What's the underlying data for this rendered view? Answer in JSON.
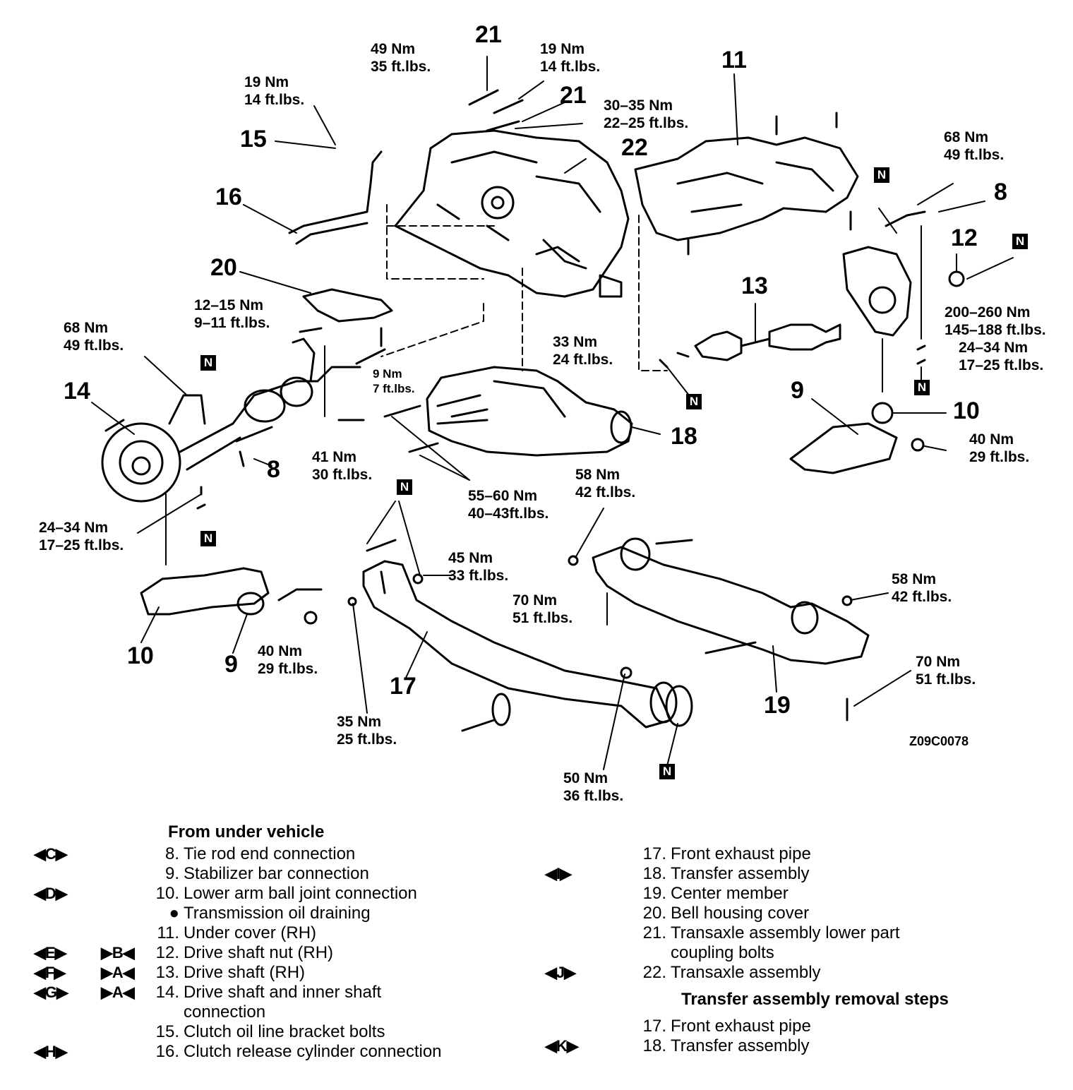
{
  "callouts": [
    {
      "id": "c21a",
      "text": "21"
    },
    {
      "id": "c21b",
      "text": "21"
    },
    {
      "id": "c22",
      "text": "22"
    },
    {
      "id": "c11",
      "text": "11"
    },
    {
      "id": "c15",
      "text": "15"
    },
    {
      "id": "c16",
      "text": "16"
    },
    {
      "id": "c20",
      "text": "20"
    },
    {
      "id": "c14",
      "text": "14"
    },
    {
      "id": "c8a",
      "text": "8"
    },
    {
      "id": "c8b",
      "text": "8"
    },
    {
      "id": "c12",
      "text": "12"
    },
    {
      "id": "c13",
      "text": "13"
    },
    {
      "id": "c9a",
      "text": "9"
    },
    {
      "id": "c10a",
      "text": "10"
    },
    {
      "id": "c18",
      "text": "18"
    },
    {
      "id": "c10b",
      "text": "10"
    },
    {
      "id": "c9b",
      "text": "9"
    },
    {
      "id": "c17",
      "text": "17"
    },
    {
      "id": "c19",
      "text": "19"
    }
  ],
  "torques": [
    {
      "id": "t1",
      "l1": "49 Nm",
      "l2": "35 ft.lbs."
    },
    {
      "id": "t2",
      "l1": "19 Nm",
      "l2": "14 ft.lbs."
    },
    {
      "id": "t3",
      "l1": "19 Nm",
      "l2": "14 ft.lbs."
    },
    {
      "id": "t4",
      "l1": "30–35 Nm",
      "l2": "22–25 ft.lbs."
    },
    {
      "id": "t5",
      "l1": "68 Nm",
      "l2": "49 ft.lbs."
    },
    {
      "id": "t6",
      "l1": "12–15 Nm",
      "l2": "9–11 ft.lbs."
    },
    {
      "id": "t7",
      "l1": "68 Nm",
      "l2": "49 ft.lbs."
    },
    {
      "id": "t8",
      "l1": "33 Nm",
      "l2": "24 ft.lbs."
    },
    {
      "id": "t9",
      "l1": "200–260 Nm",
      "l2": "145–188 ft.lbs."
    },
    {
      "id": "t10",
      "l1": "24–34 Nm",
      "l2": "17–25 ft.lbs."
    },
    {
      "id": "t11",
      "l1": "9 Nm",
      "l2": "7 ft.lbs."
    },
    {
      "id": "t12",
      "l1": "41 Nm",
      "l2": "30 ft.lbs."
    },
    {
      "id": "t13",
      "l1": "40 Nm",
      "l2": "29 ft.lbs."
    },
    {
      "id": "t14",
      "l1": "55–60 Nm",
      "l2": "40–43ft.lbs."
    },
    {
      "id": "t15",
      "l1": "58 Nm",
      "l2": "42 ft.lbs."
    },
    {
      "id": "t16",
      "l1": "24–34 Nm",
      "l2": "17–25 ft.lbs."
    },
    {
      "id": "t17",
      "l1": "45 Nm",
      "l2": "33 ft.lbs."
    },
    {
      "id": "t18",
      "l1": "70 Nm",
      "l2": "51 ft.lbs."
    },
    {
      "id": "t19",
      "l1": "58 Nm",
      "l2": "42 ft.lbs."
    },
    {
      "id": "t20",
      "l1": "40 Nm",
      "l2": "29 ft.lbs."
    },
    {
      "id": "t21",
      "l1": "70 Nm",
      "l2": "51 ft.lbs."
    },
    {
      "id": "t22",
      "l1": "35 Nm",
      "l2": "25 ft.lbs."
    },
    {
      "id": "t23",
      "l1": "50 Nm",
      "l2": "36 ft.lbs."
    }
  ],
  "n_marker": "N",
  "figure_code": "Z09C0078",
  "legend": {
    "heading": "From under vehicle",
    "left_items": [
      {
        "sym1": "◀C▶",
        "sym2": "",
        "num": "8.",
        "text": "Tie rod end connection"
      },
      {
        "sym1": "",
        "sym2": "",
        "num": "9.",
        "text": "Stabilizer bar connection"
      },
      {
        "sym1": "◀D▶",
        "sym2": "",
        "num": "10.",
        "text": "Lower arm ball joint connection"
      },
      {
        "sym1": "",
        "sym2": "",
        "num": "●",
        "text": "Transmission oil draining"
      },
      {
        "sym1": "",
        "sym2": "",
        "num": "11.",
        "text": "Under cover (RH)"
      },
      {
        "sym1": "◀E▶",
        "sym2": "▶B◀",
        "num": "12.",
        "text": "Drive shaft nut (RH)"
      },
      {
        "sym1": "◀F▶",
        "sym2": "▶A◀",
        "num": "13.",
        "text": "Drive shaft (RH)"
      },
      {
        "sym1": "◀G▶",
        "sym2": "▶A◀",
        "num": "14.",
        "text": "Drive shaft and inner shaft"
      },
      {
        "sym1": "",
        "sym2": "",
        "num": "",
        "text": "connection"
      },
      {
        "sym1": "",
        "sym2": "",
        "num": "15.",
        "text": "Clutch oil line bracket bolts"
      },
      {
        "sym1": "◀H▶",
        "sym2": "",
        "num": "16.",
        "text": "Clutch release cylinder connection"
      }
    ],
    "right_items": [
      {
        "sym": "",
        "num": "17.",
        "text": "Front exhaust pipe"
      },
      {
        "sym": "◀I▶",
        "num": "18.",
        "text": "Transfer assembly"
      },
      {
        "sym": "",
        "num": "19.",
        "text": "Center member"
      },
      {
        "sym": "",
        "num": "20.",
        "text": "Bell housing cover"
      },
      {
        "sym": "",
        "num": "21.",
        "text": "Transaxle assembly lower part"
      },
      {
        "sym": "",
        "num": "",
        "text": "coupling bolts"
      },
      {
        "sym": "◀J▶",
        "num": "22.",
        "text": "Transaxle assembly"
      }
    ],
    "sub_heading": "Transfer assembly removal steps",
    "sub_items": [
      {
        "sym": "",
        "num": "17.",
        "text": "Front exhaust pipe"
      },
      {
        "sym": "◀K▶",
        "num": "18.",
        "text": "Transfer assembly"
      }
    ]
  }
}
